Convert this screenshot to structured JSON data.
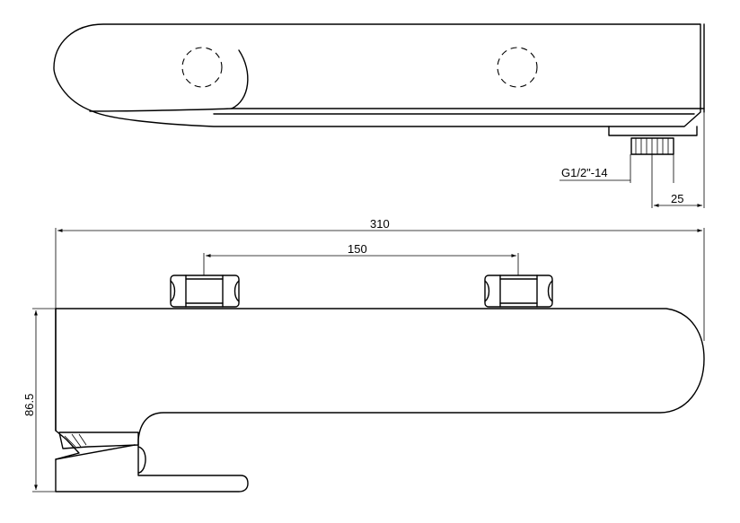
{
  "dimensions": {
    "overall_length": "310",
    "outlet_spacing": "150",
    "height": "86.5",
    "thread": "G1/2\"-14",
    "outlet_offset": "25"
  },
  "colors": {
    "line": "#000000",
    "background": "#ffffff"
  }
}
